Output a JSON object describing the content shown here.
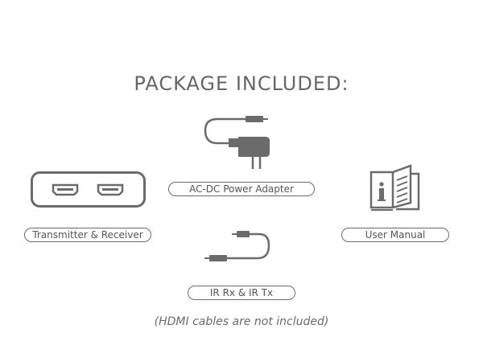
{
  "title": "PACKAGE INCLUDED:",
  "items": [
    {
      "label": "AC-DC Power Adapter",
      "icon": "power-adapter-icon"
    },
    {
      "label": "Transmitter & Receiver",
      "icon": "hdmi-box-icon"
    },
    {
      "label": "User Manual",
      "icon": "manual-book-icon"
    },
    {
      "label": "IR Rx & IR Tx",
      "icon": "ir-cable-icon"
    }
  ],
  "note": "(HDMI cables are not included)",
  "colors": {
    "icon": "#6b6b6b",
    "text": "#555555",
    "background": "#ffffff"
  }
}
